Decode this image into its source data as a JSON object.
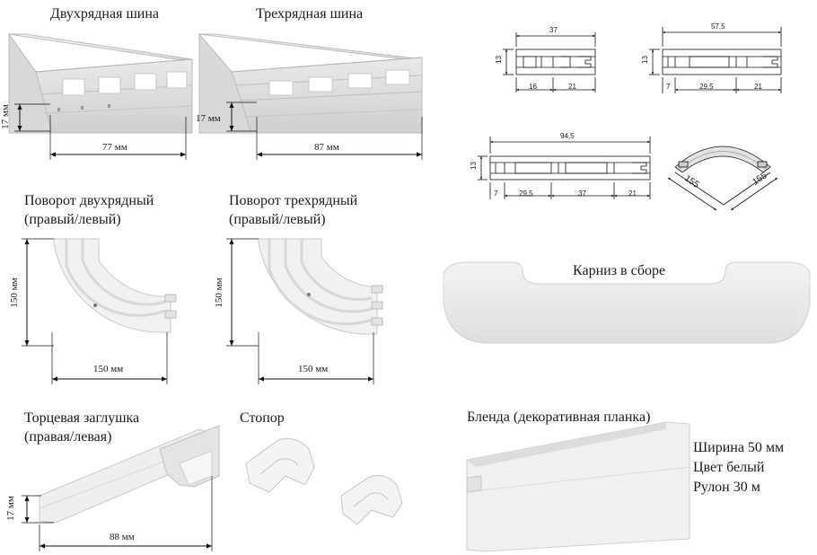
{
  "captions": {
    "double_rail": "Двухрядная шина",
    "triple_rail": "Трехрядная шина",
    "turn_double_l1": "Поворот двухрядный",
    "turn_double_l2": "(правый/левый)",
    "turn_triple_l1": "Поворот трехрядный",
    "turn_triple_l2": "(правый/левый)",
    "cornice": "Карниз в сборе",
    "end_cap_l1": "Торцевая заглушка",
    "end_cap_l2": "(правая/левая)",
    "stopper": "Стопор",
    "blend": "Бленда (декоративная планка)"
  },
  "dims": {
    "double_height": "17 мм",
    "double_width": "77 мм",
    "triple_height": "17 мм",
    "triple_width": "87 мм",
    "turn_double_h": "150 мм",
    "turn_double_w": "150 мм",
    "turn_triple_h": "150 мм",
    "turn_triple_w": "150 мм",
    "end_cap_h": "17 мм",
    "end_cap_w": "88 мм"
  },
  "drawings": {
    "profile2": {
      "top": "37",
      "height": "13",
      "b1": "16",
      "b2": "21"
    },
    "profile3": {
      "top": "57,5",
      "height": "13",
      "b1": "7",
      "b2": "29,5",
      "b3": "21"
    },
    "profile4": {
      "top": "94,5",
      "height": "13",
      "b1": "7",
      "b2": "29,5",
      "b3": "37",
      "b4": "21"
    },
    "arc": {
      "r1": "155",
      "r2": "155"
    }
  },
  "blend_specs": {
    "width": "Ширина 50 мм",
    "color": "Цвет белый",
    "roll": "Рулон 30 м"
  }
}
